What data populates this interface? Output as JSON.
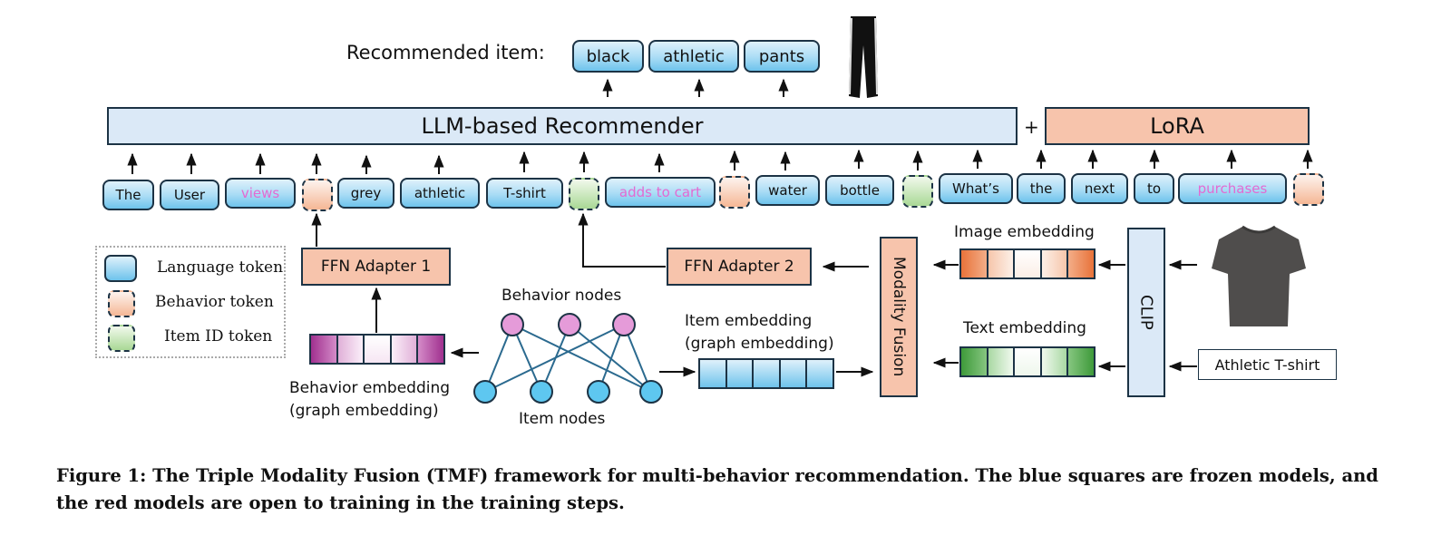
{
  "recommended": {
    "label": "Recommended item:",
    "tokens": [
      "black",
      "athletic",
      "pants"
    ],
    "image": "black-athletic-pants-image"
  },
  "models": {
    "llm": "LLM-based Recommender",
    "plus": "+",
    "lora": "LoRA",
    "ffn1": "FFN Adapter 1",
    "ffn2": "FFN Adapter 2",
    "fusion": "Modality Fusion",
    "clip": "CLIP"
  },
  "sequence": [
    {
      "type": "language",
      "text": "The"
    },
    {
      "type": "language",
      "text": "User"
    },
    {
      "type": "language",
      "text": "views",
      "highlight": true
    },
    {
      "type": "behavior",
      "text": ""
    },
    {
      "type": "language",
      "text": "grey"
    },
    {
      "type": "language",
      "text": "athletic"
    },
    {
      "type": "language",
      "text": "T-shirt"
    },
    {
      "type": "item",
      "text": ""
    },
    {
      "type": "language",
      "text": "adds to cart",
      "highlight": true
    },
    {
      "type": "behavior",
      "text": ""
    },
    {
      "type": "language",
      "text": "water"
    },
    {
      "type": "language",
      "text": "bottle"
    },
    {
      "type": "item",
      "text": ""
    },
    {
      "type": "language",
      "text": "What’s"
    },
    {
      "type": "language",
      "text": "the"
    },
    {
      "type": "language",
      "text": "next"
    },
    {
      "type": "language",
      "text": "to"
    },
    {
      "type": "language",
      "text": "purchases",
      "highlight": true
    },
    {
      "type": "behavior",
      "text": ""
    }
  ],
  "legend": {
    "items": [
      {
        "type": "language",
        "label": "Language token"
      },
      {
        "type": "behavior",
        "label": "Behavior token"
      },
      {
        "type": "item",
        "label": "Item ID token"
      }
    ]
  },
  "graph": {
    "behavior_nodes_label": "Behavior nodes",
    "item_nodes_label": "Item nodes",
    "behavior_node_count": 3,
    "item_node_count": 4,
    "edges": [
      [
        0,
        0
      ],
      [
        0,
        1
      ],
      [
        0,
        3
      ],
      [
        1,
        1
      ],
      [
        1,
        3
      ],
      [
        2,
        0
      ],
      [
        2,
        2
      ],
      [
        2,
        3
      ]
    ]
  },
  "embeddings": {
    "behavior": {
      "label_line1": "Behavior embedding",
      "label_line2": "(graph embedding)",
      "color": "#a0308f"
    },
    "item": {
      "label_line1": "Item embedding",
      "label_line2": "(graph embedding)",
      "color": "#6ec3ec"
    },
    "image": {
      "label": "Image embedding",
      "color": "#e8733a"
    },
    "text": {
      "label": "Text embedding",
      "color": "#3e9a3a"
    }
  },
  "inputs": {
    "image": "grey-tshirt-image",
    "text": "Athletic T-shirt"
  },
  "caption": "Figure 1: The Triple Modality Fusion (TMF) framework for multi-behavior recommendation. The blue squares are frozen models, and the red models are open to training in the training steps.",
  "colors": {
    "frozen": "#dbe9f7",
    "trainable": "#f7c4ac",
    "highlight_text": "#e36ad2",
    "stroke": "#1c3345"
  }
}
